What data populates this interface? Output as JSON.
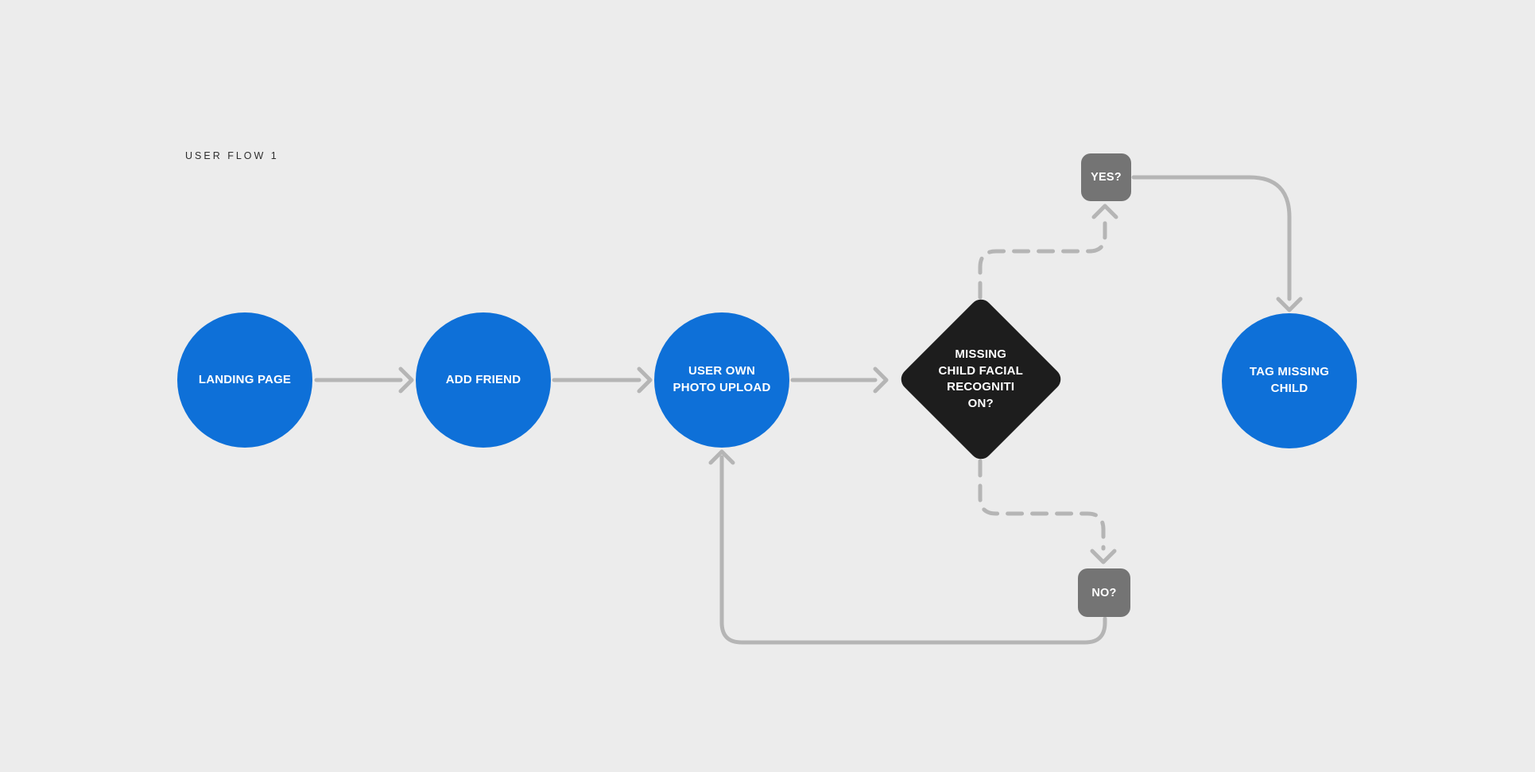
{
  "title": "USER FLOW 1",
  "colors": {
    "background": "#ececec",
    "node-blue": "#0e70d8",
    "node-dark": "#1d1d1d",
    "node-gray": "#747474",
    "connector": "#b5b5b5",
    "text-light": "#ffffff",
    "title-color": "#2d2d2d"
  },
  "nodes": {
    "landing": {
      "label": "LANDING PAGE",
      "shape": "circle"
    },
    "add_friend": {
      "label": "ADD FRIEND",
      "shape": "circle"
    },
    "photo_upload": {
      "label": "USER OWN\nPHOTO UPLOAD",
      "shape": "circle"
    },
    "decision": {
      "label": "MISSING\nCHILD FACIAL\nRECOGNITI\nON?",
      "shape": "diamond"
    },
    "yes": {
      "label": "YES?",
      "shape": "rounded-square"
    },
    "no": {
      "label": "NO?",
      "shape": "rounded-square"
    },
    "tag_child": {
      "label": "TAG MISSING\nCHILD",
      "shape": "circle"
    }
  },
  "edges": [
    {
      "from": "landing",
      "to": "add_friend",
      "style": "solid"
    },
    {
      "from": "add_friend",
      "to": "photo_upload",
      "style": "solid"
    },
    {
      "from": "photo_upload",
      "to": "decision",
      "style": "solid"
    },
    {
      "from": "decision",
      "to": "yes",
      "style": "dashed"
    },
    {
      "from": "decision",
      "to": "no",
      "style": "dashed"
    },
    {
      "from": "yes",
      "to": "tag_child",
      "style": "solid"
    },
    {
      "from": "no",
      "to": "photo_upload",
      "style": "solid"
    }
  ]
}
